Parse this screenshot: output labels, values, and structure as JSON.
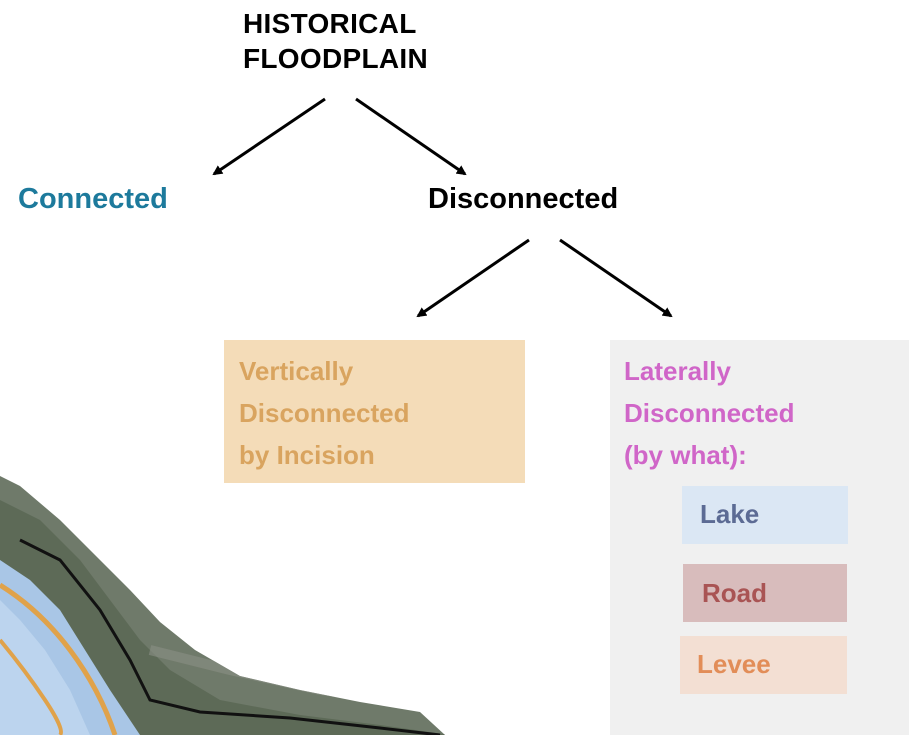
{
  "root": {
    "title": "HISTORICAL\nFLOODPLAIN"
  },
  "level1": {
    "connected": "Connected",
    "disconnected": "Disconnected"
  },
  "level2": {
    "vertical": "Vertically\nDisconnected\nby Incision",
    "lateral": "Laterally\nDisconnected\n(by what):",
    "lateral_causes": [
      "Lake",
      "Road",
      "Levee"
    ]
  },
  "colors": {
    "connected": "#1d7a9c",
    "vertical_text": "#d9a45f",
    "vertical_bg": "#f4dcb8",
    "lateral_text": "#d066c8",
    "lateral_bg": "#f0f0f0",
    "lake": "#dbe7f4",
    "road": "#d8bcbc",
    "levee": "#f3dfd3"
  },
  "background_image": "satellite-floodplain-map"
}
